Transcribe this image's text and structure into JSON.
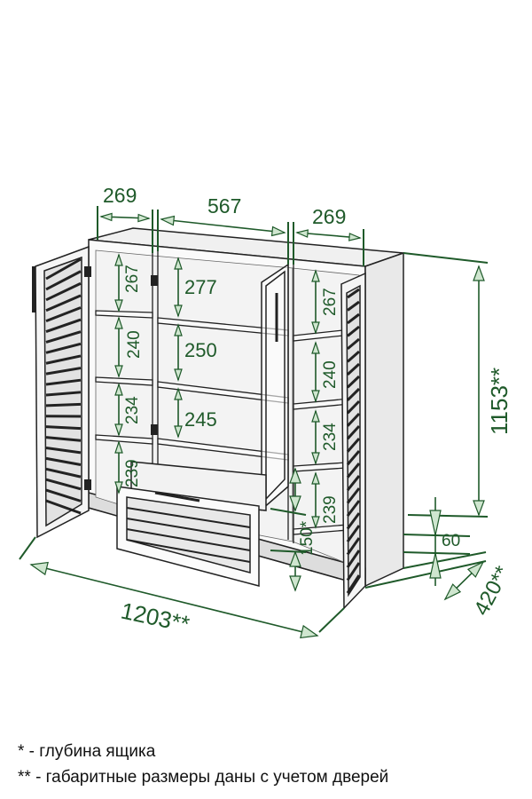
{
  "colors": {
    "dimension": "#1f5a2a",
    "arrow_fill": "#cfe6cf",
    "outline": "#222222",
    "panel": "#f4f4f4"
  },
  "dimensions": {
    "top_left_door_width": "269",
    "top_center_width": "567",
    "top_right_door_width": "269",
    "left_shelf_1": "267",
    "left_shelf_2": "240",
    "left_shelf_3": "234",
    "left_shelf_4": "239",
    "center_shelf_1": "277",
    "center_shelf_2": "250",
    "center_shelf_3": "245",
    "right_shelf_1": "267",
    "right_shelf_2": "240",
    "right_shelf_3": "234",
    "right_shelf_4": "239",
    "drawer_depth": "150*",
    "total_height": "1153**",
    "plinth_height": "60",
    "total_depth": "420**",
    "total_width": "1203**"
  },
  "notes": {
    "note_1": "* - глубина ящика",
    "note_2": "** - габаритные размеры даны с учетом дверей"
  }
}
